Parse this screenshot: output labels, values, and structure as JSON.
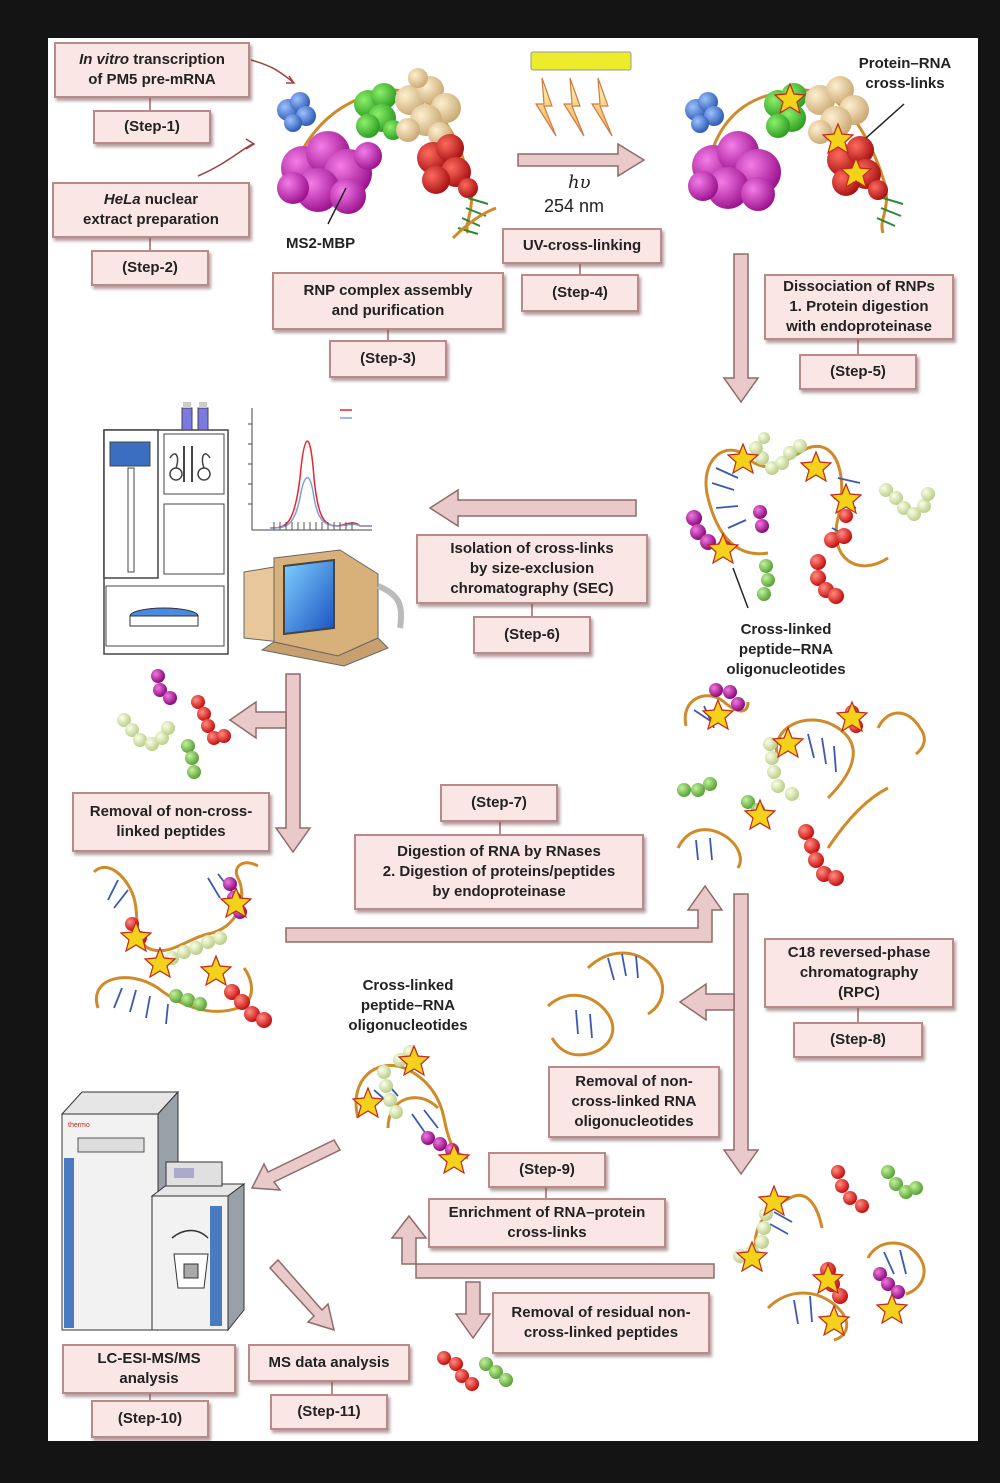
{
  "colors": {
    "box_fill": "#fbe6e6",
    "box_border": "#b98a8a",
    "arrow_fill": "#e9c9c9",
    "arrow_stroke": "#8f6b6b",
    "rna_backbone": "#d08a2a",
    "peptide_red": "#d8201e",
    "peptide_green": "#7cc14a",
    "peptide_pale": "#dfeab4",
    "peptide_magenta": "#b01a9c",
    "star": "#f2d21a",
    "trace_254": "#e8252a",
    "trace_280": "#7f9fe0"
  },
  "boxes": {
    "in_vitro": {
      "italic": "In vitro",
      "rest": " transcription",
      "line2": "of PM5 pre-mRNA"
    },
    "step1": "(Step-1)",
    "hela": {
      "italic": "HeLa",
      "rest": " nuclear",
      "line2": "extract preparation"
    },
    "step2": "(Step-2)",
    "rnp": {
      "line1": "RNP complex assembly",
      "line2": "and purification"
    },
    "step3": "(Step-3)",
    "uv": "UV-cross-linking",
    "step4": "(Step-4)",
    "dissociation": {
      "line1": "Dissociation of RNPs",
      "line2": "1. Protein digestion",
      "line3": "with endoproteinase"
    },
    "step5": "(Step-5)",
    "sec": {
      "line1": "Isolation of cross-links",
      "line2": "by size-exclusion",
      "line3": "chromatography (SEC)"
    },
    "step6": "(Step-6)",
    "removal_peptides": {
      "line1": "Removal of non-cross-",
      "line2": "linked peptides"
    },
    "step7": "(Step-7)",
    "digestion": {
      "line1": "Digestion of RNA by RNases",
      "line2": "2. Digestion of proteins/peptides",
      "line3": "by endoproteinase"
    },
    "c18": {
      "line1": "C18 reversed-phase",
      "line2": "chromatography",
      "line3": "(RPC)"
    },
    "step8": "(Step-8)",
    "removal_rna": {
      "line1": "Removal of non-",
      "line2": "cross-linked RNA",
      "line3": "oligonucleotides"
    },
    "step9": "(Step-9)",
    "enrichment": {
      "line1": "Enrichment of RNA–protein",
      "line2": "cross-links"
    },
    "removal_residual": {
      "line1": "Removal of residual non-",
      "line2": "cross-linked peptides"
    },
    "lcms": {
      "line1": "LC-ESI-MS/MS",
      "line2": "analysis"
    },
    "step10": "(Step-10)",
    "msdata": "MS data analysis",
    "step11": "(Step-11)"
  },
  "labels": {
    "ms2mbp": "MS2-MBP",
    "protein_rna": {
      "line1": "Protein–RNA",
      "line2": "cross-links"
    },
    "hv": "hυ",
    "nm": "254 nm",
    "cross_linked_1": {
      "line1": "Cross-linked",
      "line2": "peptide–RNA",
      "line3": "oligonucleotides"
    },
    "cross_linked_2": {
      "line1": "Cross-linked",
      "line2": "peptide–RNA",
      "line3": "oligonucleotides"
    },
    "instrument_brand": "thermo"
  },
  "icons": {
    "uv_lamp": "uv-lamp-icon",
    "sec_instrument": "hplc-instrument-icon",
    "computer": "computer-icon",
    "mass_spec": "mass-spectrometer-icon"
  }
}
